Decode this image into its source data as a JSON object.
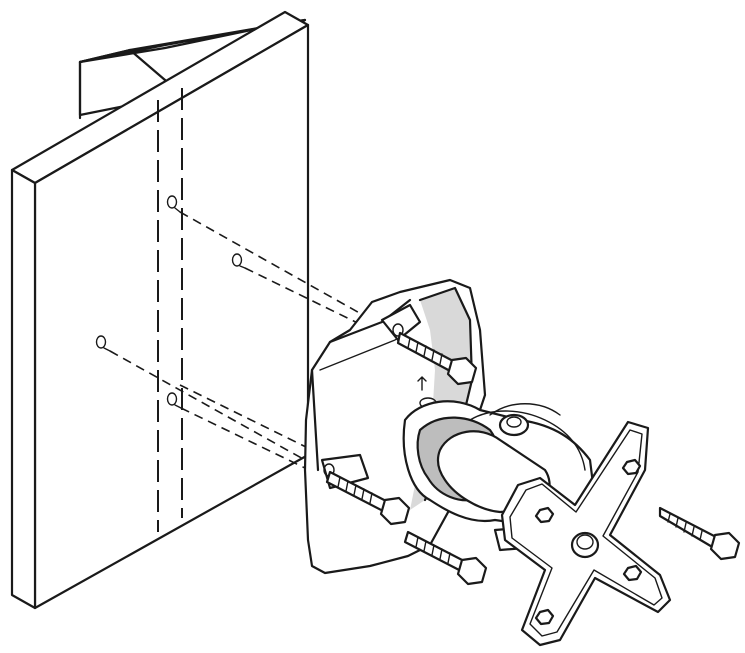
{
  "figure": {
    "description_none": "",
    "colors": {
      "ink": "#1a1a1a",
      "background": "#ffffff",
      "shade": "#d9d9d9"
    },
    "parts": [
      "wall-panel",
      "wall-stud",
      "wall-plate",
      "swivel-arm",
      "vesa-plate",
      "lag-screw",
      "mounting-screw"
    ]
  }
}
